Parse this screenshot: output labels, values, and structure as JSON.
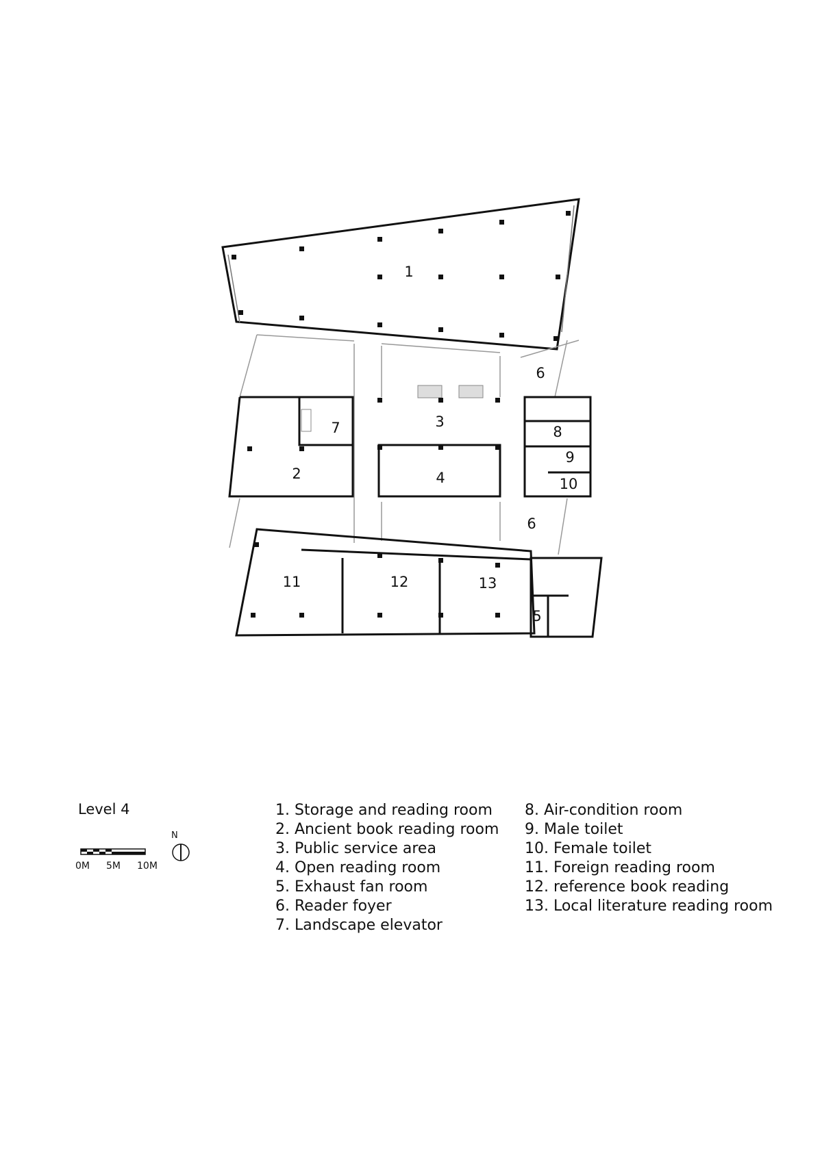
{
  "level_title": "Level 4",
  "north_label": "N",
  "scale_bar": {
    "labels": [
      "0M",
      "5M",
      "10M"
    ]
  },
  "room_numbers": [
    "1",
    "2",
    "3",
    "4",
    "5",
    "6",
    "6",
    "7",
    "8",
    "9",
    "10",
    "11",
    "12",
    "13"
  ],
  "legend": {
    "left": [
      "1.  Storage and reading room",
      "2.  Ancient book reading room",
      "3.  Public service area",
      "4.  Open reading room",
      "5.  Exhaust fan room",
      "6.  Reader foyer",
      "7.  Landscape elevator"
    ],
    "right": [
      "8.  Air-condition room",
      "9.  Male toilet",
      "10.  Female toilet",
      "11.  Foreign reading room",
      "12.  reference book reading",
      "13.  Local literature reading room"
    ]
  },
  "colors": {
    "wall": "#111111",
    "light_line": "#999999",
    "background": "#ffffff"
  }
}
